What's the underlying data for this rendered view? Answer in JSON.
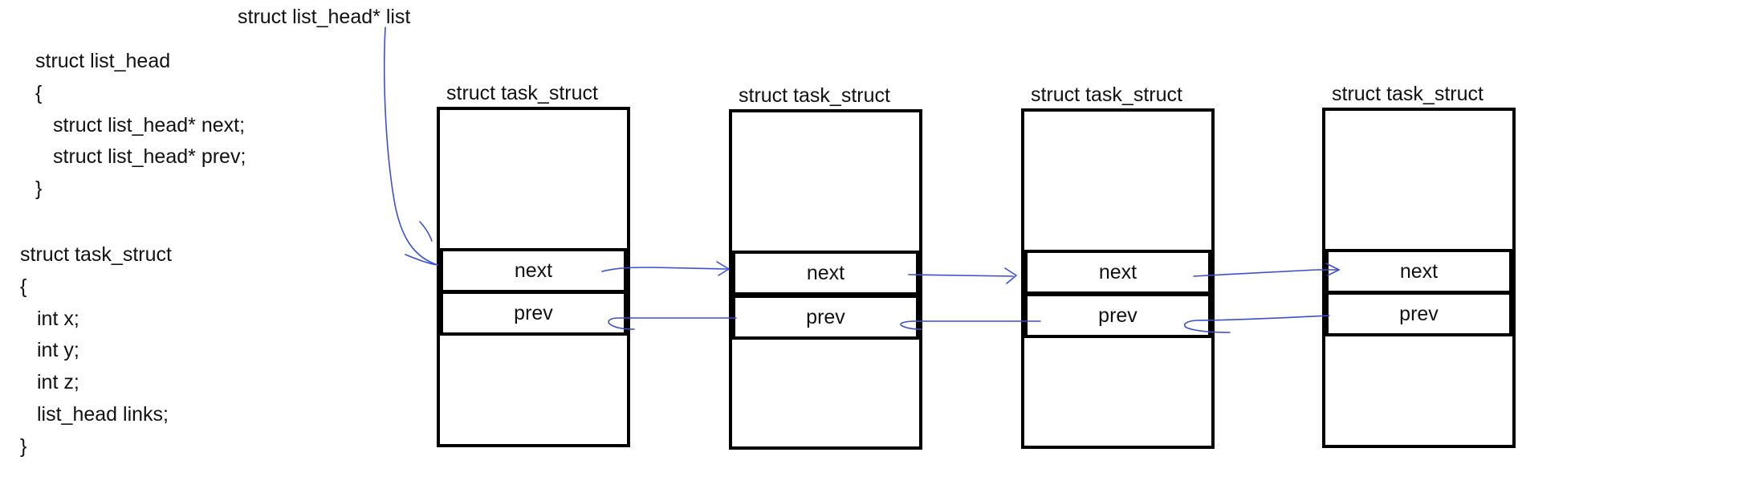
{
  "list_pointer_label": "struct list_head* list",
  "code_list_head": [
    "struct list_head",
    "{",
    "struct list_head* next;",
    "struct list_head* prev;",
    "}"
  ],
  "code_task_struct": [
    "struct task_struct",
    "{",
    "int x;",
    "int y;",
    "int z;",
    "list_head links;",
    "}"
  ],
  "nodes": [
    {
      "title": "struct task_struct",
      "next": "next",
      "prev": "prev"
    },
    {
      "title": "struct task_struct",
      "next": "next",
      "prev": "prev"
    },
    {
      "title": "struct task_struct",
      "next": "next",
      "prev": "prev"
    },
    {
      "title": "struct task_struct",
      "next": "next",
      "prev": "prev"
    }
  ],
  "colors": {
    "arrow": "#3a4fd6",
    "border": "#000000"
  }
}
